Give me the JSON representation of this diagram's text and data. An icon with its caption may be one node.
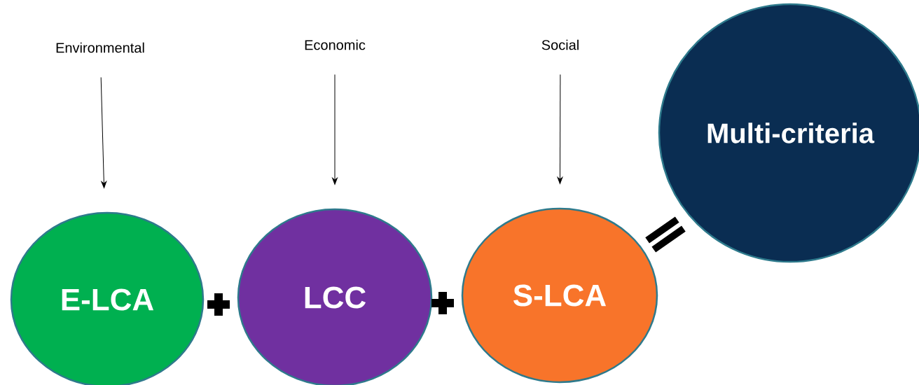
{
  "diagram": {
    "nodes": [
      {
        "text": [
          "Environmental"
        ]
      },
      {
        "text": [
          "Economic"
        ]
      },
      {
        "text": [
          "Social"
        ]
      },
      {
        "text": [
          "Multi-criteria"
        ]
      },
      {
        "text": [
          "E-LCA"
        ]
      },
      {
        "text": [
          "LCC"
        ]
      },
      {
        "text": [
          "S-LCA"
        ]
      }
    ],
    "edges": [
      {
        "from": 0,
        "to": 4,
        "arrow": "to"
      },
      {
        "from": 1,
        "to": 5,
        "arrow": "to"
      },
      {
        "from": 2,
        "to": 6,
        "arrow": "to"
      }
    ]
  }
}
